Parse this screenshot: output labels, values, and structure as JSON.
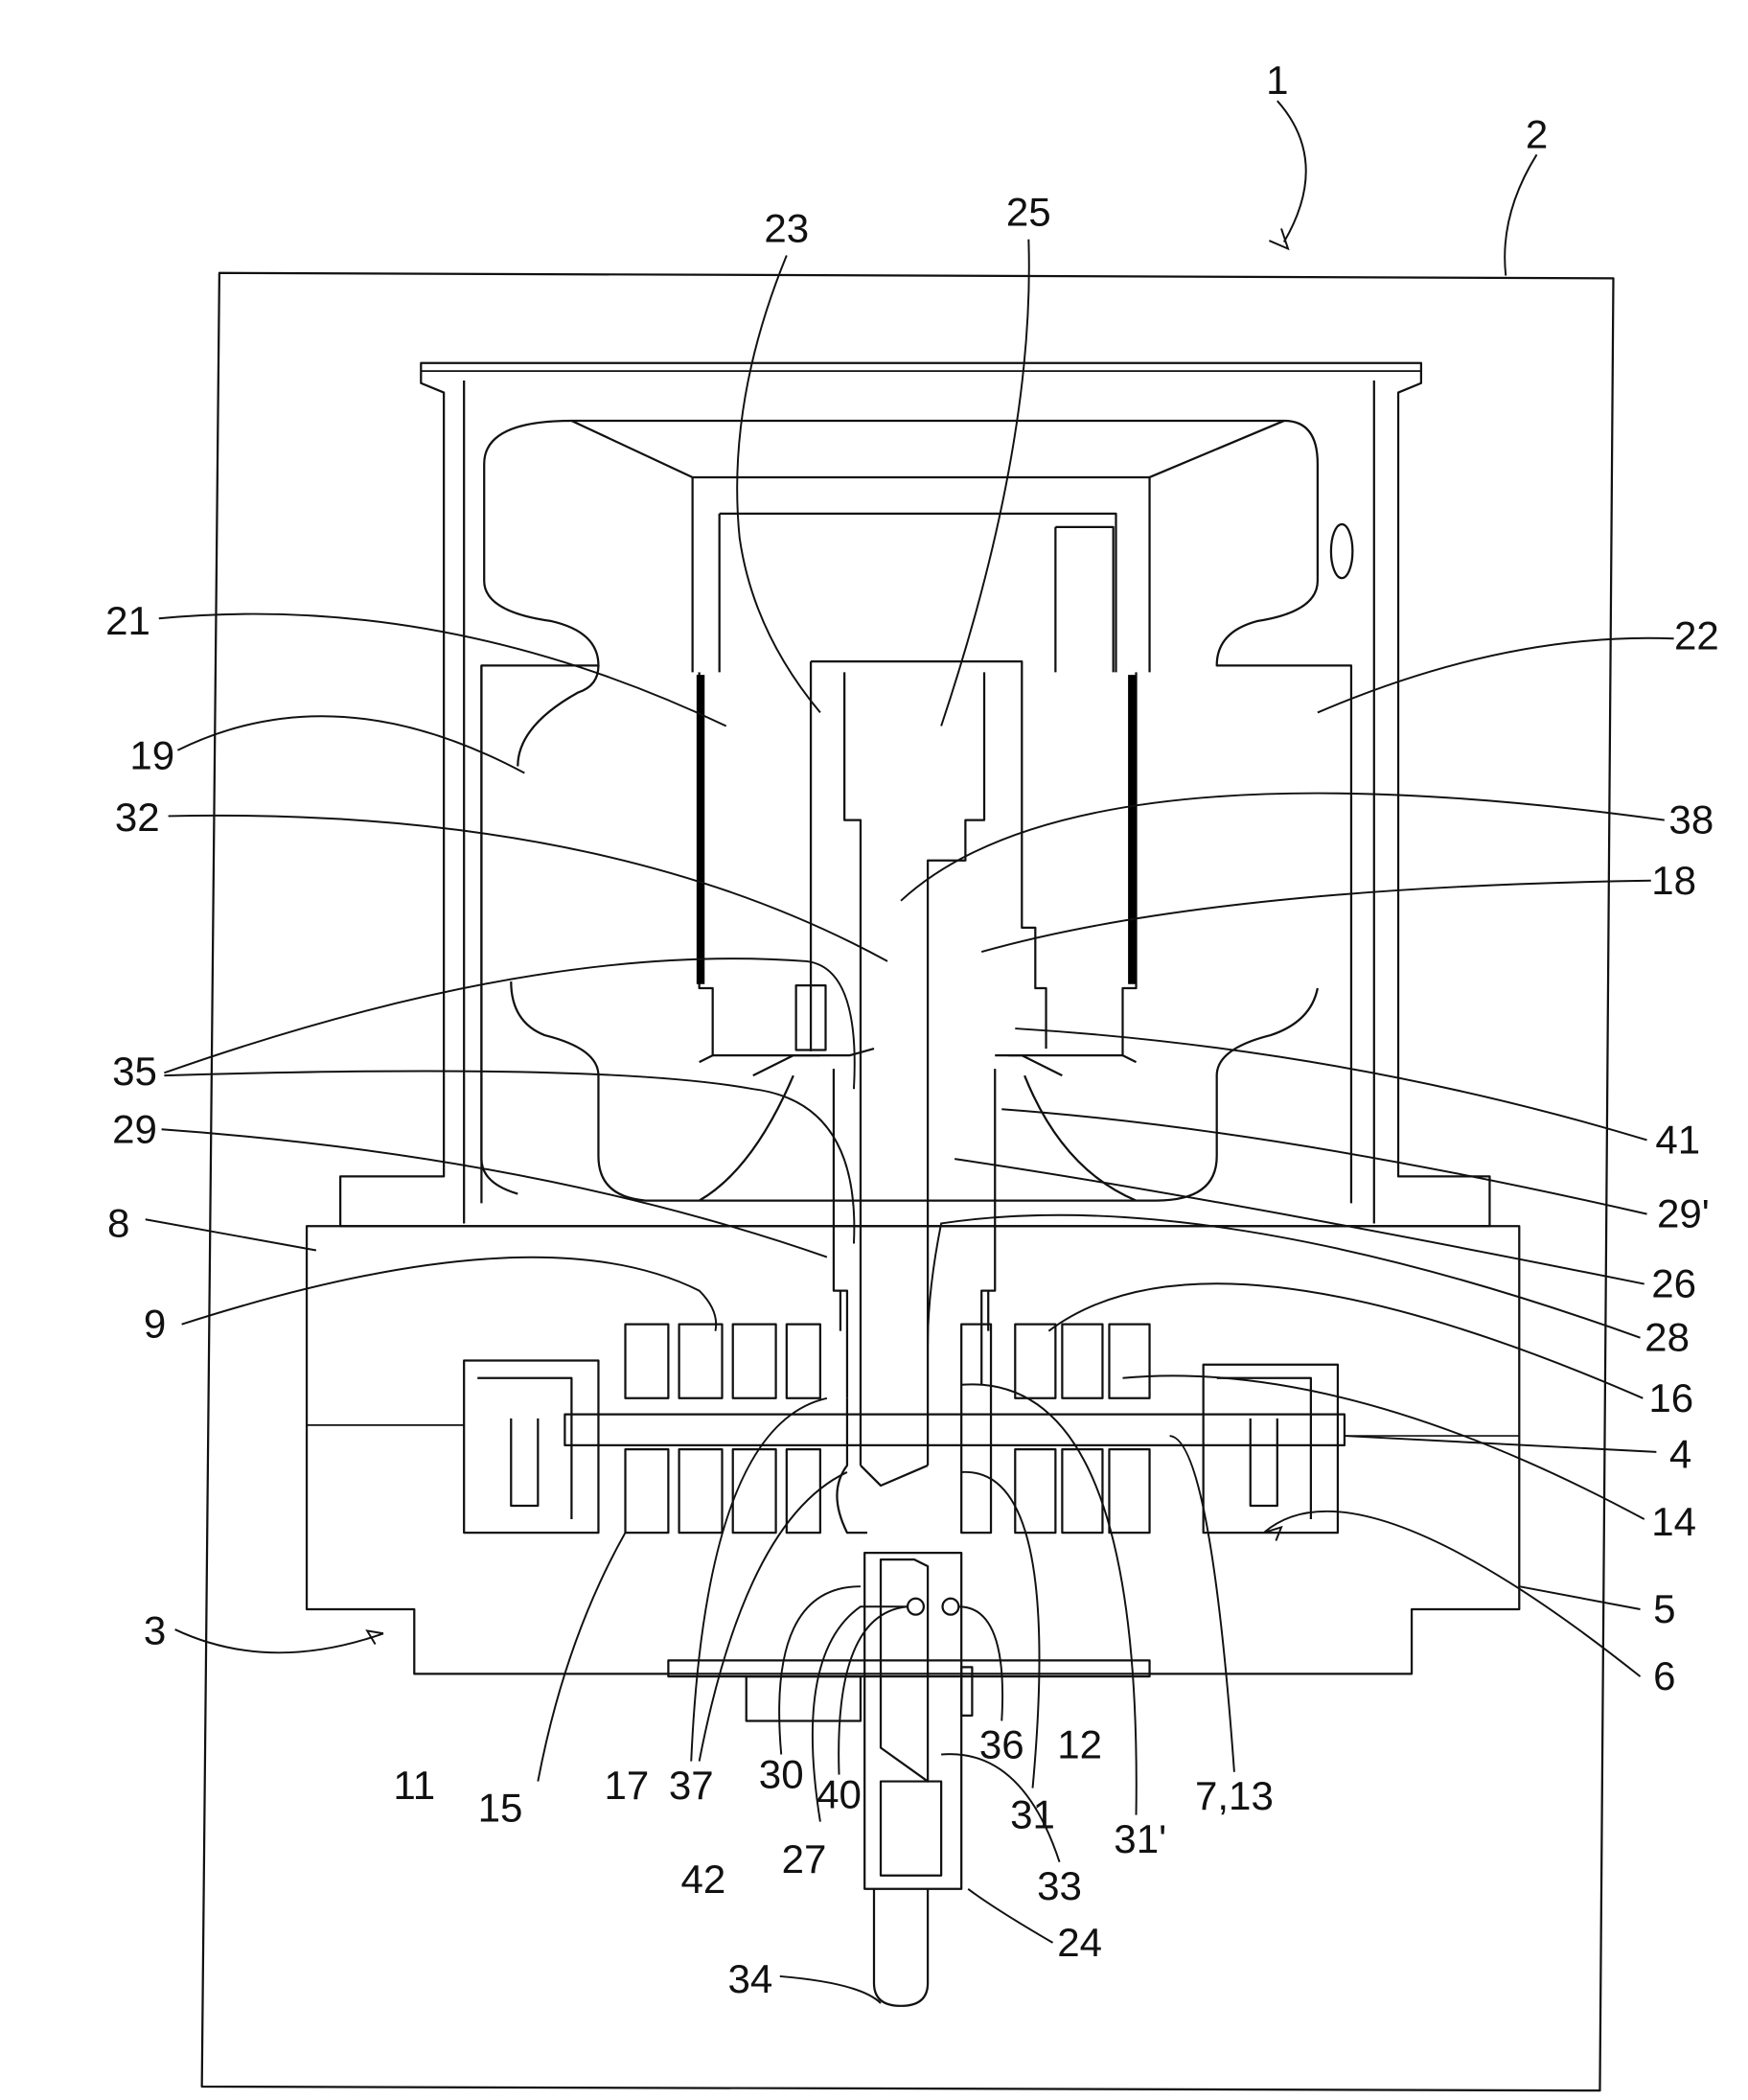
{
  "figure": {
    "labels": [
      "1",
      "2",
      "23",
      "25",
      "21",
      "22",
      "19",
      "32",
      "38",
      "18",
      "35",
      "41",
      "29",
      "29'",
      "8",
      "26",
      "9",
      "28",
      "16",
      "4",
      "14",
      "5",
      "3",
      "6",
      "11",
      "15",
      "17",
      "37",
      "30",
      "40",
      "36",
      "12",
      "31",
      "31'",
      "7,13",
      "42",
      "27",
      "33",
      "24",
      "34"
    ],
    "line_color": "#111111",
    "background": "#ffffff"
  }
}
